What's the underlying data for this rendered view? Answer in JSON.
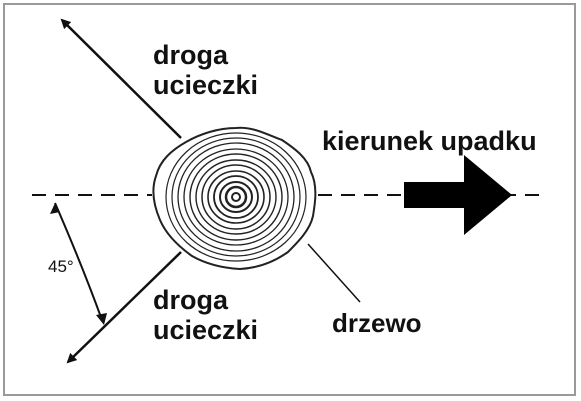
{
  "labels": {
    "escape_top_1": "droga",
    "escape_top_2": "ucieczki",
    "escape_bottom_1": "droga",
    "escape_bottom_2": "ucieczki",
    "fall_direction": "kierunek upadku",
    "tree": "drzewo",
    "angle": "45°"
  },
  "colors": {
    "ink": "#111111",
    "frame": "#9a9a9a",
    "background": "#ffffff"
  }
}
